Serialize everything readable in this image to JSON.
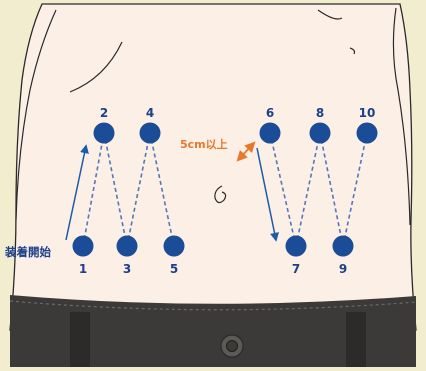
{
  "labels": {
    "start": "装着開始",
    "distance": "5cm以上"
  },
  "points": [
    {
      "id": "1",
      "label": "1"
    },
    {
      "id": "2",
      "label": "2"
    },
    {
      "id": "3",
      "label": "3"
    },
    {
      "id": "4",
      "label": "4"
    },
    {
      "id": "5",
      "label": "5"
    },
    {
      "id": "6",
      "label": "6"
    },
    {
      "id": "7",
      "label": "7"
    },
    {
      "id": "8",
      "label": "8"
    },
    {
      "id": "9",
      "label": "9"
    },
    {
      "id": "10",
      "label": "10"
    }
  ],
  "colors": {
    "background": "#f3edcf",
    "skin": "#fbefe6",
    "dot": "#1a4c97",
    "dashed_line": "#5576b8",
    "start_arrow": "#1d5aa8",
    "distance_arrow": "#e8782a",
    "belt": "#3b3a38",
    "buckle": "#5c5a57"
  },
  "icons": [
    "navel-icon",
    "belt-buckle-icon",
    "start-arrow-icon",
    "distance-arrow-icon"
  ]
}
